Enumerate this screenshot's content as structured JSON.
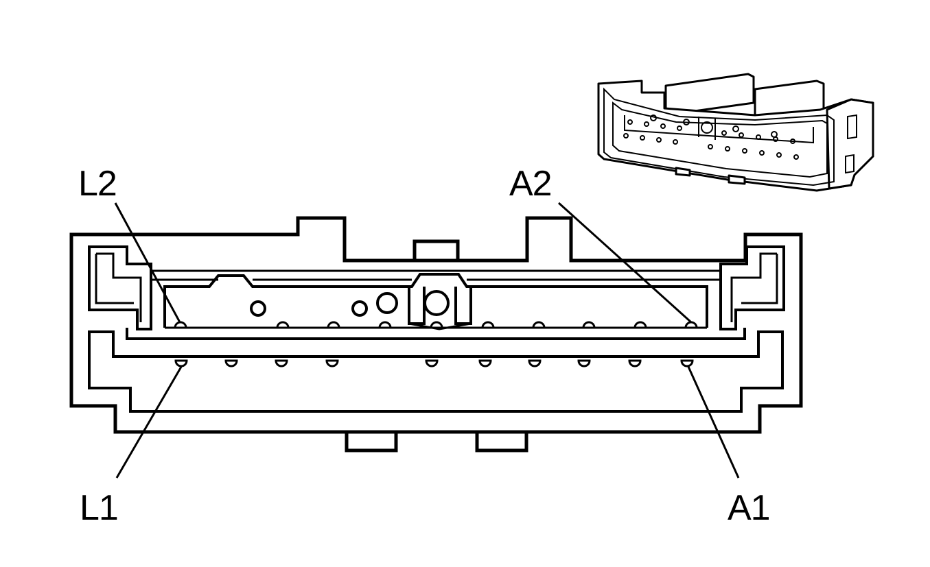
{
  "diagram": {
    "labels": {
      "l2": "L2",
      "a2": "A2",
      "l1": "L1",
      "a1": "A1"
    }
  }
}
